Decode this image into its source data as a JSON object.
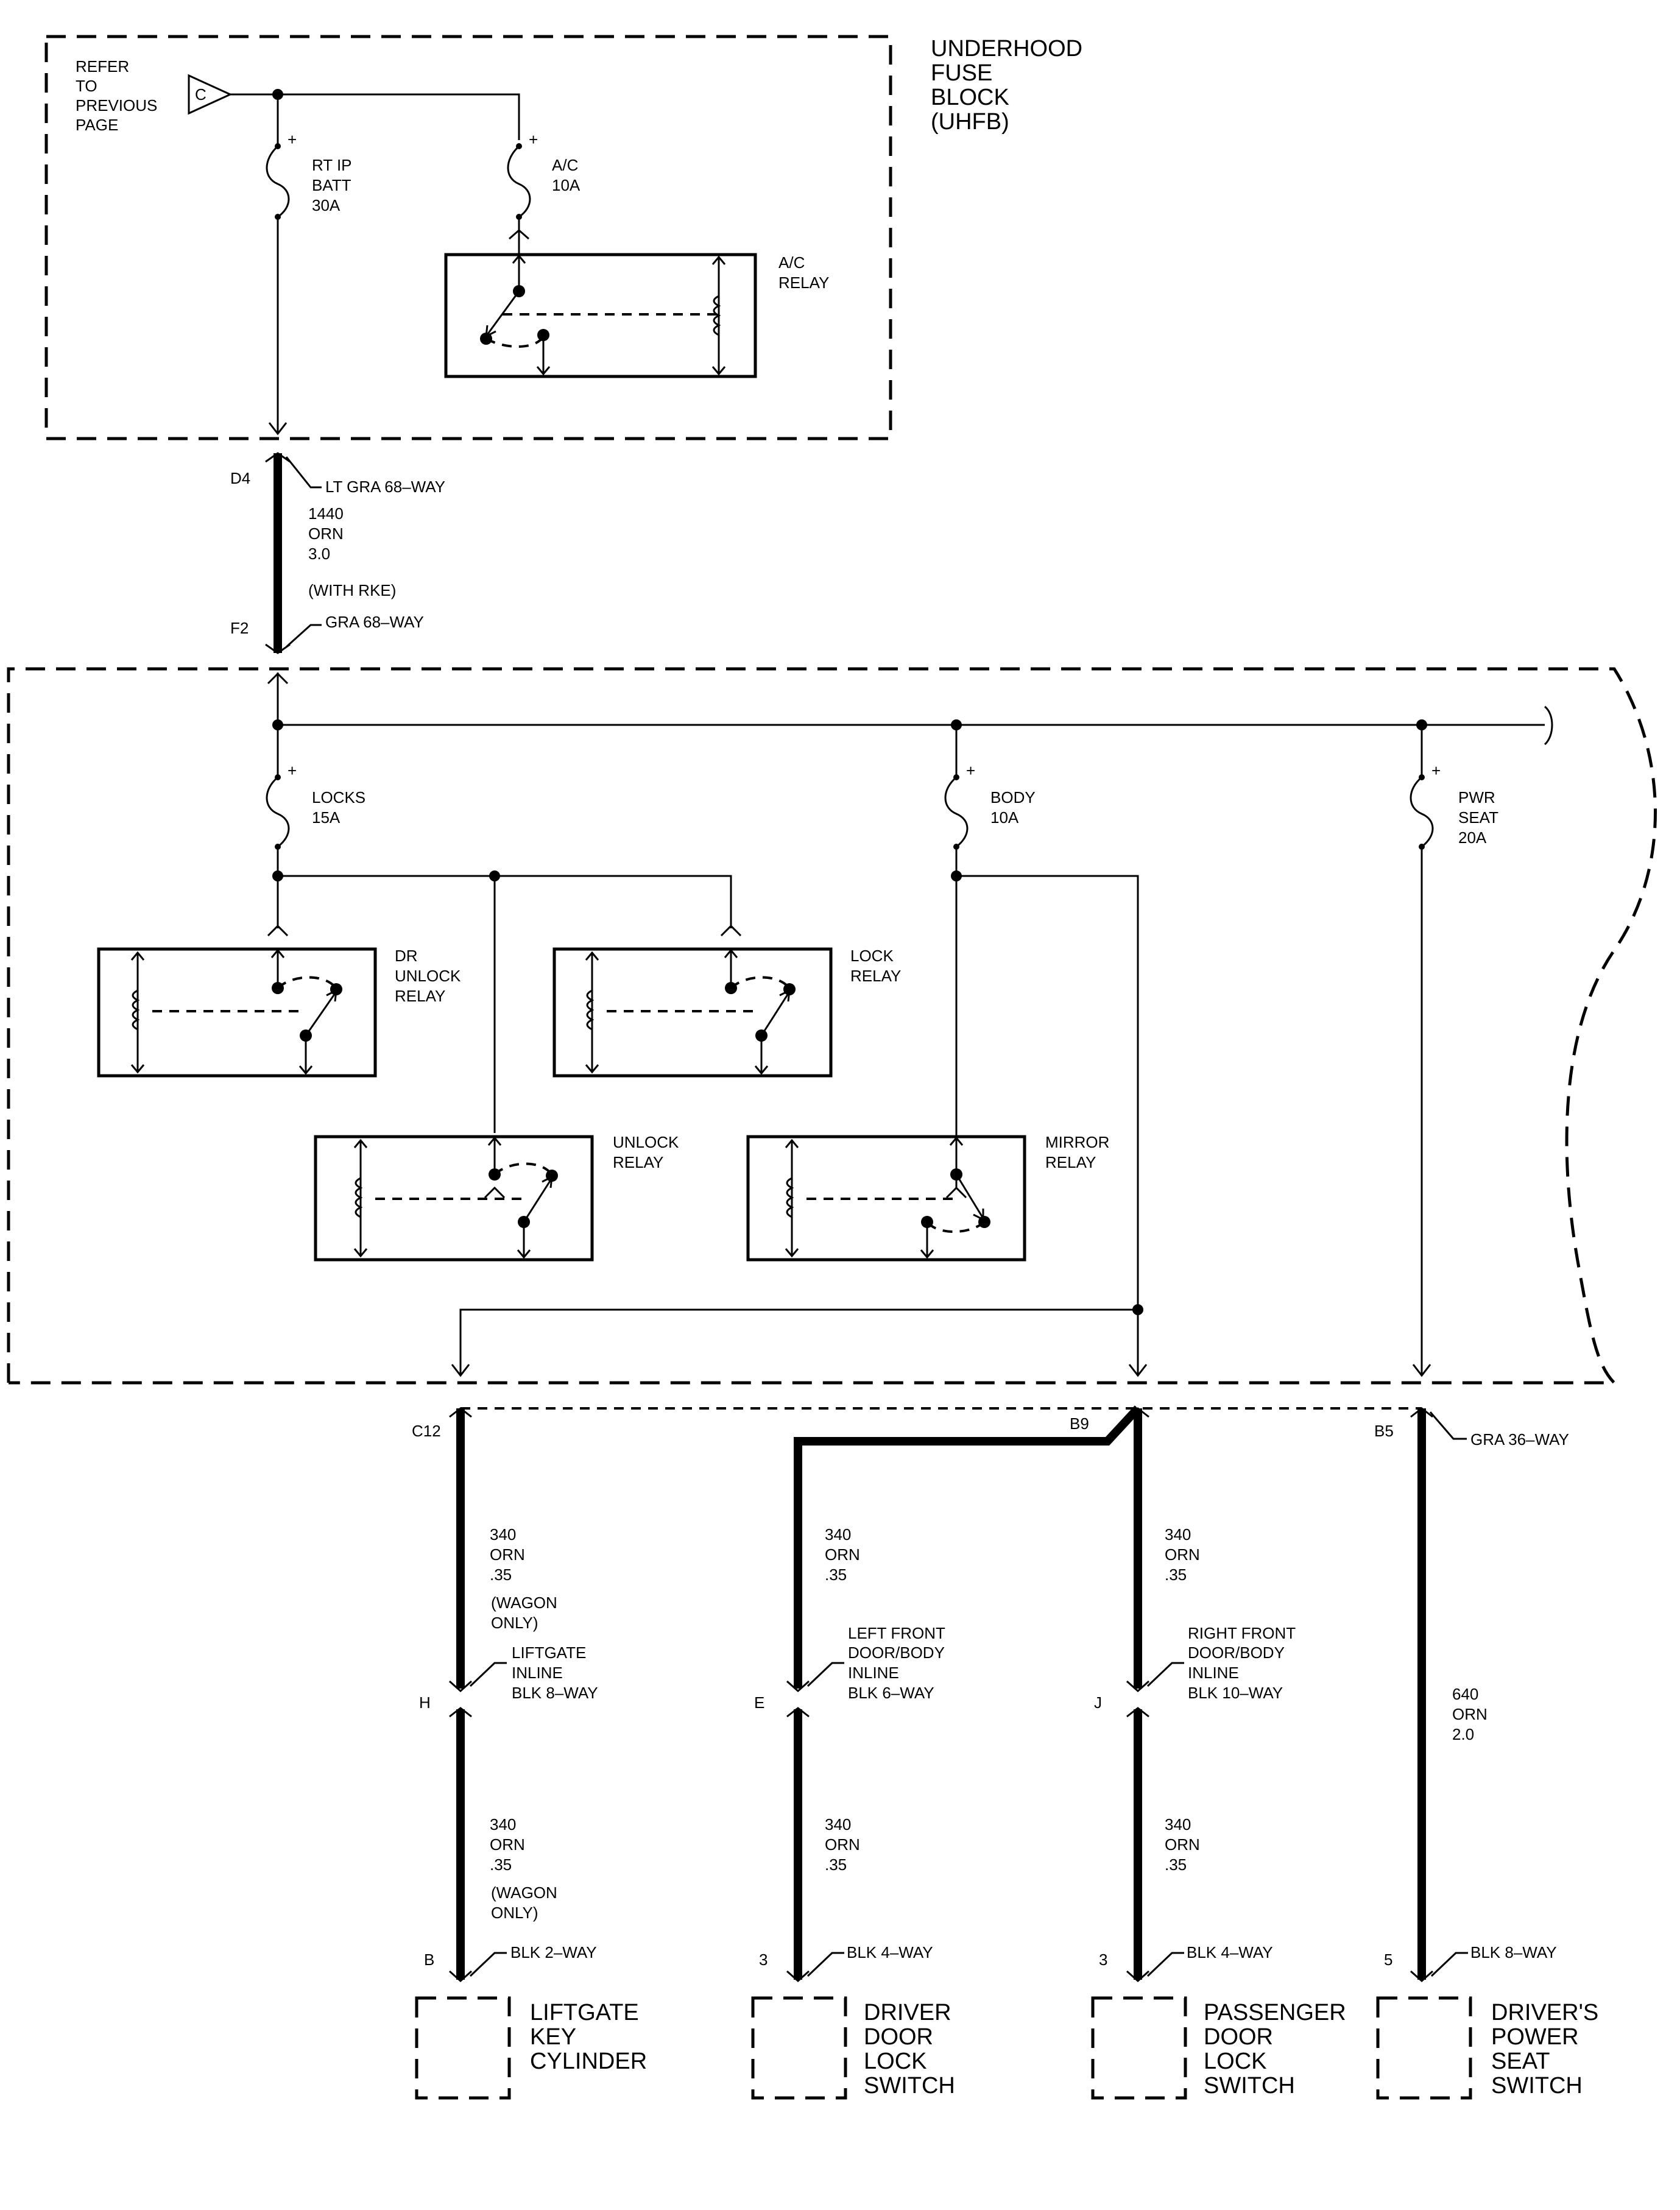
{
  "fuse_block_title": [
    "UNDERHOOD",
    "FUSE",
    "BLOCK",
    "(UHFB)"
  ],
  "refer": [
    "REFER",
    "TO",
    "PREVIOUS",
    "PAGE"
  ],
  "ref_symbol": "C",
  "fuses": {
    "rt_ip_batt": [
      "RT IP",
      "BATT",
      "30A"
    ],
    "ac": [
      "A/C",
      "10A"
    ],
    "locks": [
      "LOCKS",
      "15A"
    ],
    "body": [
      "BODY",
      "10A"
    ],
    "pwr_seat": [
      "PWR",
      "SEAT",
      "20A"
    ]
  },
  "fuse_plus": "+",
  "relays": {
    "ac": [
      "A/C",
      "RELAY"
    ],
    "dr_unlock": [
      "DR",
      "UNLOCK",
      "RELAY"
    ],
    "lock": [
      "LOCK",
      "RELAY"
    ],
    "unlock": [
      "UNLOCK",
      "RELAY"
    ],
    "mirror": [
      "MIRROR",
      "RELAY"
    ]
  },
  "upper_connector": {
    "top_pin": "D4",
    "top_name": "LT GRA 68–WAY",
    "wire": [
      "1440",
      "ORN",
      "3.0"
    ],
    "option": "(WITH RKE)",
    "bottom_pin": "F2",
    "bottom_name": "GRA 68–WAY"
  },
  "connectors": {
    "c12": "C12",
    "b9": "B9",
    "b5": "B5",
    "gra36": "GRA 36–WAY"
  },
  "wires": {
    "w340": [
      "340",
      "ORN",
      ".35"
    ],
    "wagon": [
      "(WAGON",
      "ONLY)"
    ],
    "w640": [
      "640",
      "ORN",
      "2.0"
    ]
  },
  "inlines": {
    "liftgate": [
      "LIFTGATE",
      "INLINE",
      "BLK 8–WAY"
    ],
    "left_front": [
      "LEFT FRONT",
      "DOOR/BODY",
      "INLINE",
      "BLK 6–WAY"
    ],
    "right_front": [
      "RIGHT FRONT",
      "DOOR/BODY",
      "INLINE",
      "BLK 10–WAY"
    ]
  },
  "inline_pins": {
    "h": "H",
    "e": "E",
    "j": "J"
  },
  "bottom_pins": {
    "liftgate": "B",
    "driver": "3",
    "passenger": "3",
    "seat": "5"
  },
  "bottom_conns": {
    "liftgate": "BLK 2–WAY",
    "driver": "BLK 4–WAY",
    "passenger": "BLK 4–WAY",
    "seat": "BLK 8–WAY"
  },
  "components": {
    "liftgate": [
      "LIFTGATE",
      "KEY",
      "CYLINDER"
    ],
    "driver": [
      "DRIVER",
      "DOOR",
      "LOCK",
      "SWITCH"
    ],
    "passenger": [
      "PASSENGER",
      "DOOR",
      "LOCK",
      "SWITCH"
    ],
    "seat": [
      "DRIVER'S",
      "POWER",
      "SEAT",
      "SWITCH"
    ]
  }
}
